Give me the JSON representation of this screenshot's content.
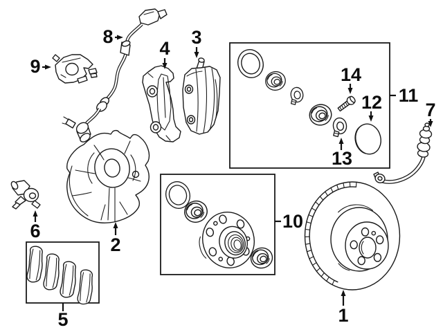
{
  "diagram": {
    "background_color": "#ffffff",
    "line_color": "#1a1a1a",
    "callouts": [
      {
        "number": "1",
        "part": "brake-rotor"
      },
      {
        "number": "2",
        "part": "splash-shield"
      },
      {
        "number": "3",
        "part": "brake-caliper"
      },
      {
        "number": "4",
        "part": "caliper-mount-bracket"
      },
      {
        "number": "5",
        "part": "brake-pad-set"
      },
      {
        "number": "6",
        "part": "speed-sensor"
      },
      {
        "number": "7",
        "part": "brake-hose"
      },
      {
        "number": "8",
        "part": "wear-sensor-wire"
      },
      {
        "number": "9",
        "part": "mounting-bracket"
      },
      {
        "number": "10",
        "part": "hub-and-bearing-kit"
      },
      {
        "number": "11",
        "part": "bearing-seal-kit"
      },
      {
        "number": "12",
        "part": "grease-cap"
      },
      {
        "number": "13",
        "part": "lock-ring"
      },
      {
        "number": "14",
        "part": "retainer-bolt"
      }
    ]
  }
}
